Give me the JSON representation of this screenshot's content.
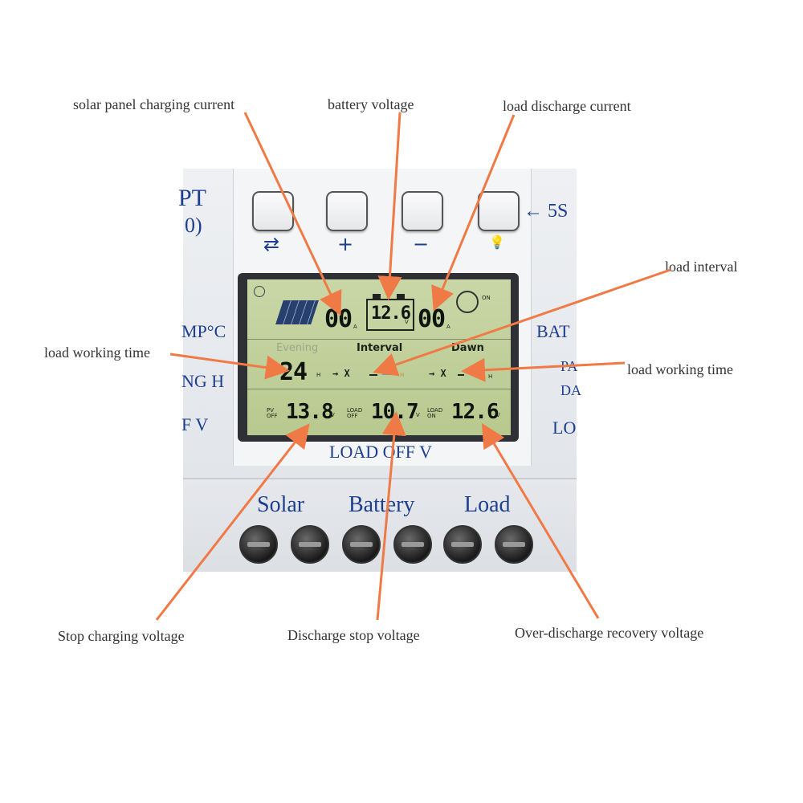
{
  "callouts": {
    "solar_current": "solar panel charging current",
    "battery_voltage": "battery voltage",
    "load_current": "load discharge current",
    "load_interval": "load interval",
    "load_time_left": "load working time",
    "load_time_right": "load working time",
    "stop_charging": "Stop charging voltage",
    "discharge_stop": "Discharge stop voltage",
    "recovery": "Over-discharge recovery voltage"
  },
  "device": {
    "model_top": "PT",
    "model_sub": "0)",
    "left_labels": [
      "MP°C",
      "NG H",
      "F V"
    ],
    "right_labels": [
      "BAT",
      "PA",
      "DA",
      "LO"
    ],
    "hold_hint": "← 5S",
    "button_symbols": [
      "⇄",
      "+",
      "−",
      "💡"
    ],
    "bottom_label": "LOAD OFF V",
    "terminals": [
      "Solar",
      "Battery",
      "Load"
    ]
  },
  "lcd": {
    "solar_current": "00",
    "battery_voltage": "12.6",
    "load_current": "00",
    "on_label": "ON",
    "unit_a": "A",
    "unit_v": "V",
    "unit_h": "H",
    "evening": "Evening",
    "interval": "Interval",
    "dawn": "Dawn",
    "work_hours": "24",
    "x_mark": "→ X",
    "pv_off": "PV OFF",
    "load_off": "LOAD OFF",
    "load_on": "LOAD ON",
    "pv_off_value": "13.8",
    "load_off_value": "10.7",
    "load_on_value": "12.6"
  },
  "colors": {
    "arrow": "#f07a45",
    "brand_blue": "#1d3f8f",
    "lcd_bg": "#c4d39f"
  }
}
